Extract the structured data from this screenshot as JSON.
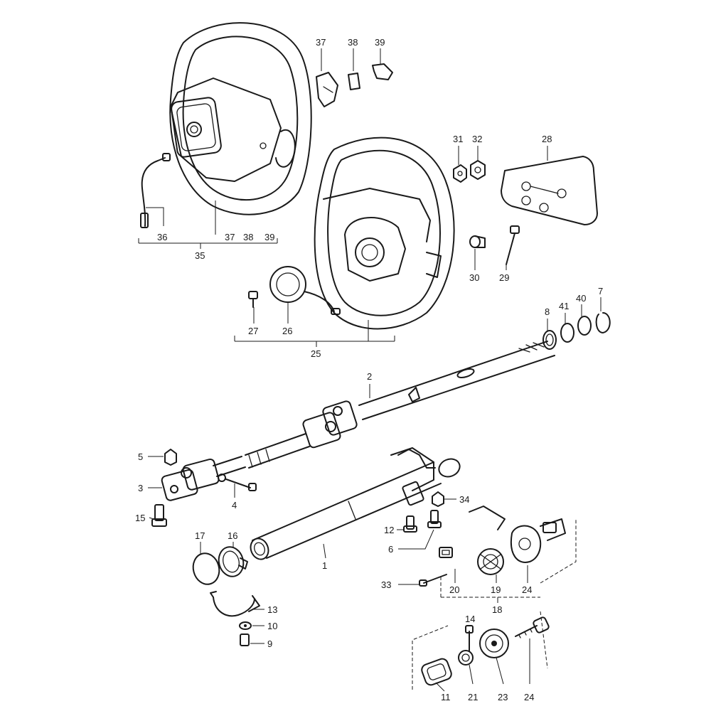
{
  "colors": {
    "line": "#1a1a1a",
    "background": "#ffffff"
  },
  "callouts": {
    "n1": "1",
    "n2": "2",
    "n3": "3",
    "n4": "4",
    "n5": "5",
    "n6": "6",
    "n7": "7",
    "n8": "8",
    "n9": "9",
    "n10": "10",
    "n11": "11",
    "n12": "12",
    "n13": "13",
    "n14": "14",
    "n15": "15",
    "n16": "16",
    "n17": "17",
    "n18": "18",
    "n19": "19",
    "n20": "20",
    "n21": "21",
    "n23": "23",
    "n24": "24",
    "n25": "25",
    "n26": "26",
    "n27": "27",
    "n28": "28",
    "n29": "29",
    "n30": "30",
    "n31": "31",
    "n32": "32",
    "n33": "33",
    "n34": "34",
    "n35": "35",
    "n36": "36",
    "n37": "37",
    "n38": "38",
    "n39": "39",
    "n40": "40",
    "n41": "41",
    "n37b": "37",
    "n38b": "38",
    "n39b": "39"
  }
}
